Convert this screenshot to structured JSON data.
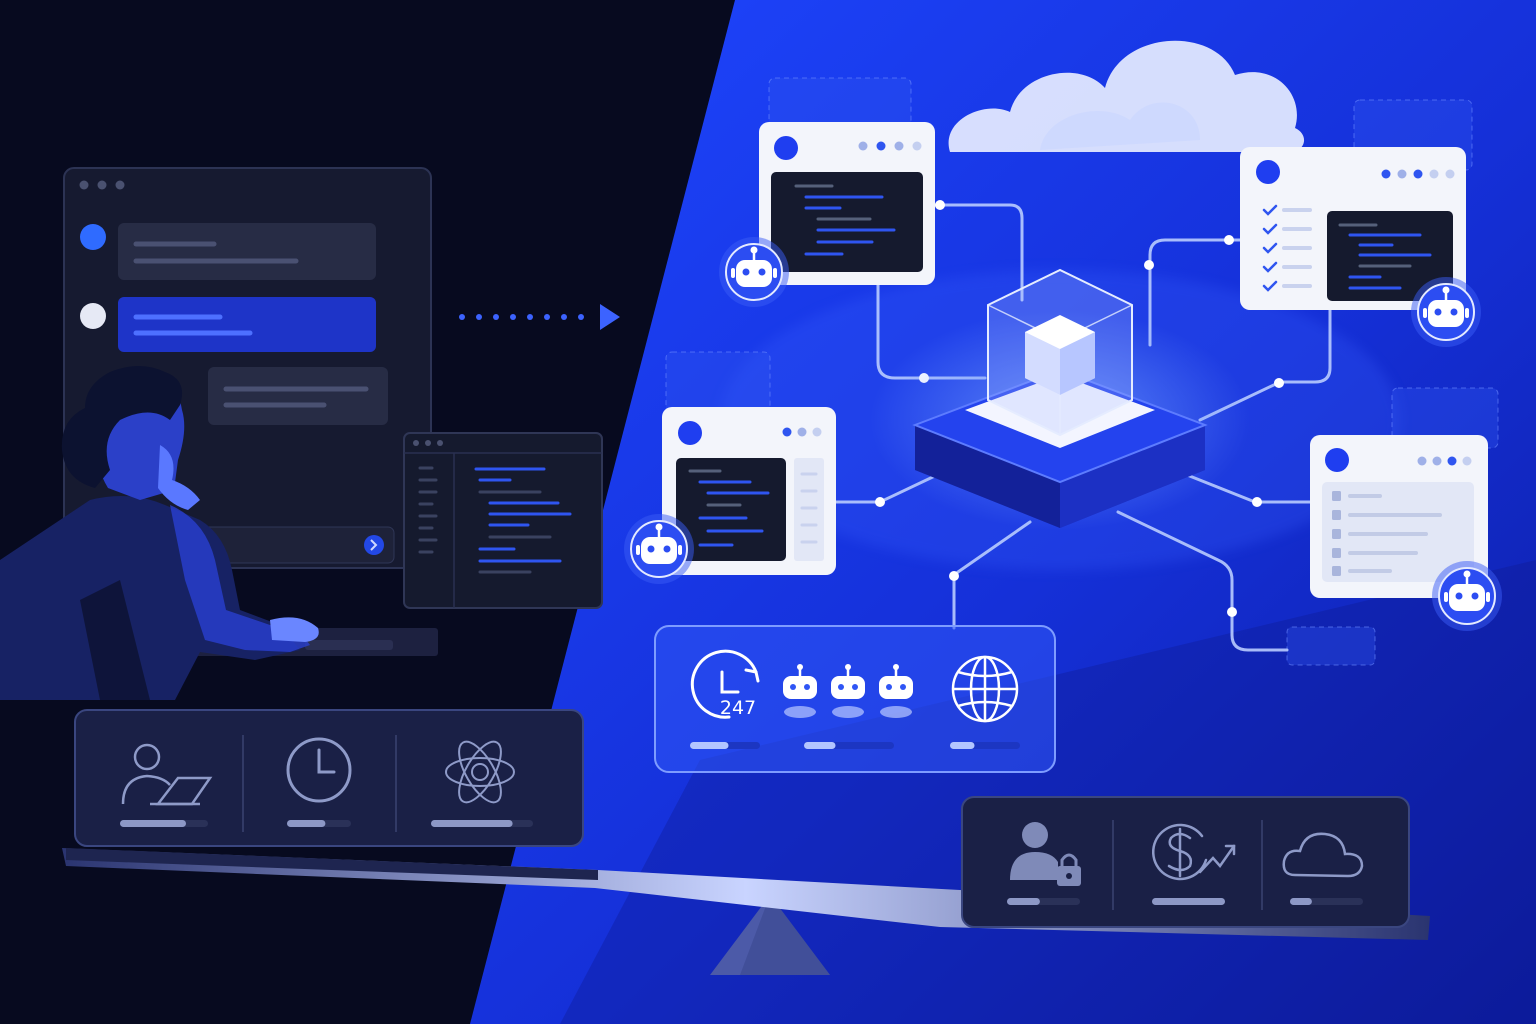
{
  "colors": {
    "dark_background": "#070a1f",
    "blue_background": "#1733e6",
    "accent_blue": "#2f5bff",
    "panel_dark": "#1a1f38",
    "card_white": "#f3f5fb",
    "code_dark": "#151a2e"
  },
  "left_scene": {
    "chat_window": {
      "messages": 3,
      "icon": "chat-avatar-icon"
    },
    "transfer_arrow_icon": "dotted-arrow-right-icon",
    "person_icon": "developer-at-laptop-icon"
  },
  "left_panel": {
    "items": [
      {
        "icon": "person-laptop-icon",
        "level": 0.75
      },
      {
        "icon": "clock-icon",
        "level": 0.6
      },
      {
        "icon": "atom-icon",
        "level": 0.8
      }
    ]
  },
  "ai_hub": {
    "center_icon": "glowing-cube-platform-icon",
    "cloud_icon": "cloud-icon",
    "agent_icon": "robot-icon"
  },
  "capabilities_panel": {
    "availability_text": "247",
    "items": [
      {
        "icon": "clock-24-7-icon",
        "level": 0.55
      },
      {
        "icon": "robots-icon",
        "level": 0.35
      },
      {
        "icon": "globe-icon",
        "level": 0.35
      }
    ]
  },
  "right_panel": {
    "items": [
      {
        "icon": "person-lock-icon",
        "level": 0.45
      },
      {
        "icon": "dollar-growth-icon",
        "level": 1.0
      },
      {
        "icon": "cloud-outline-icon",
        "level": 0.3
      }
    ]
  }
}
